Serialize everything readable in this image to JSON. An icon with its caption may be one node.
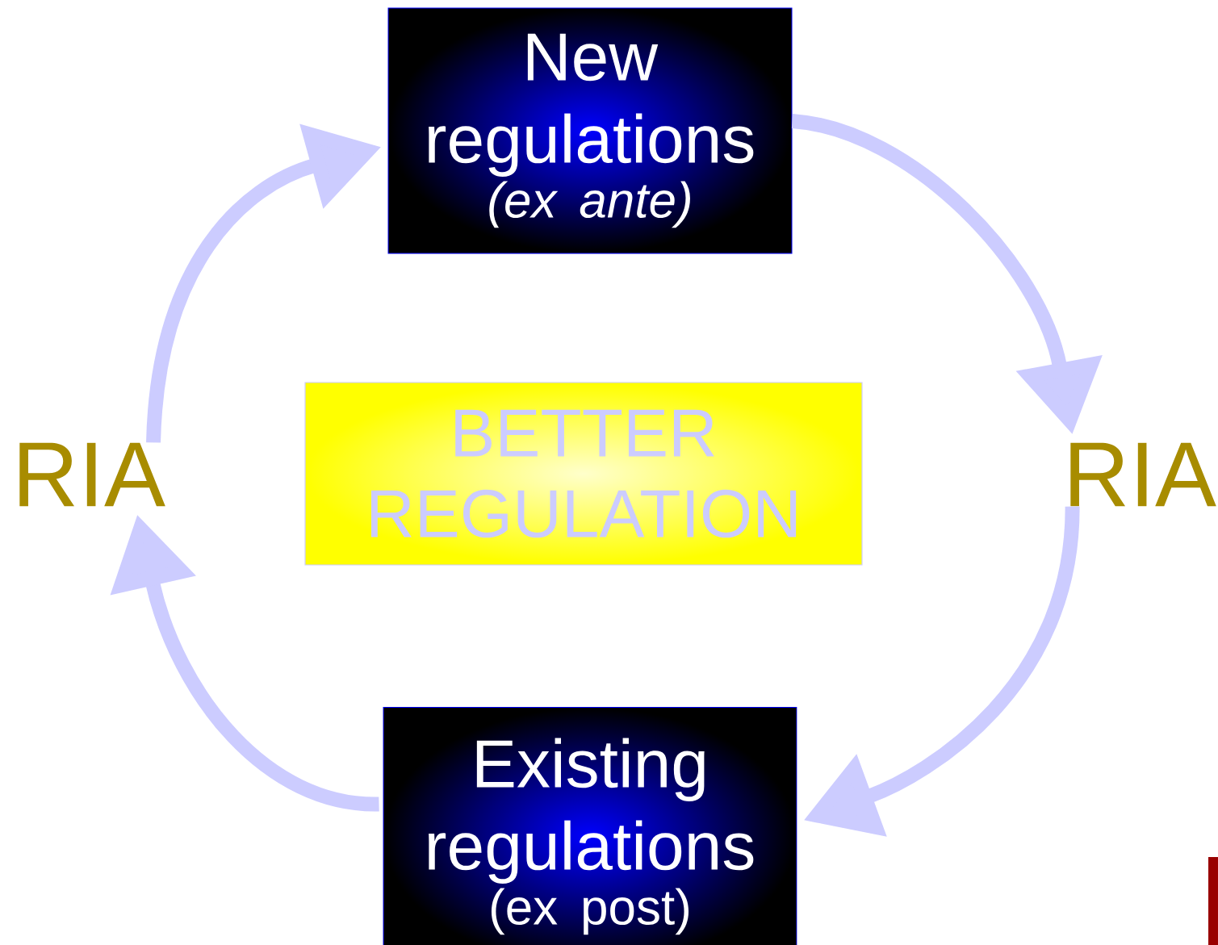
{
  "diagram": {
    "nodes": [
      {
        "text": [
          "New regulations",
          "(ex ante)"
        ]
      },
      {
        "text": [
          "RIA"
        ]
      },
      {
        "text": [
          "BETTER REGULATION"
        ]
      },
      {
        "text": [
          "RIA"
        ]
      },
      {
        "text": [
          "Existing regulations",
          "(ex post)"
        ]
      }
    ],
    "edges": [
      {
        "from": 1,
        "to": 0,
        "arrow": "to"
      },
      {
        "from": 0,
        "to": 3,
        "arrow": "to"
      },
      {
        "from": 3,
        "to": 4,
        "arrow": "to"
      },
      {
        "from": 4,
        "to": 1,
        "arrow": "to"
      }
    ]
  }
}
